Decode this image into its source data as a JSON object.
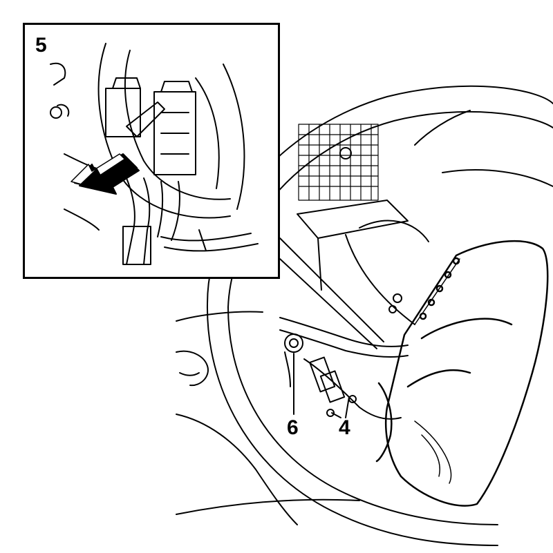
{
  "callouts": {
    "step_inset": "5",
    "part_a": "6",
    "part_b": "4"
  },
  "colors": {
    "line": "#000000",
    "background": "#ffffff"
  }
}
